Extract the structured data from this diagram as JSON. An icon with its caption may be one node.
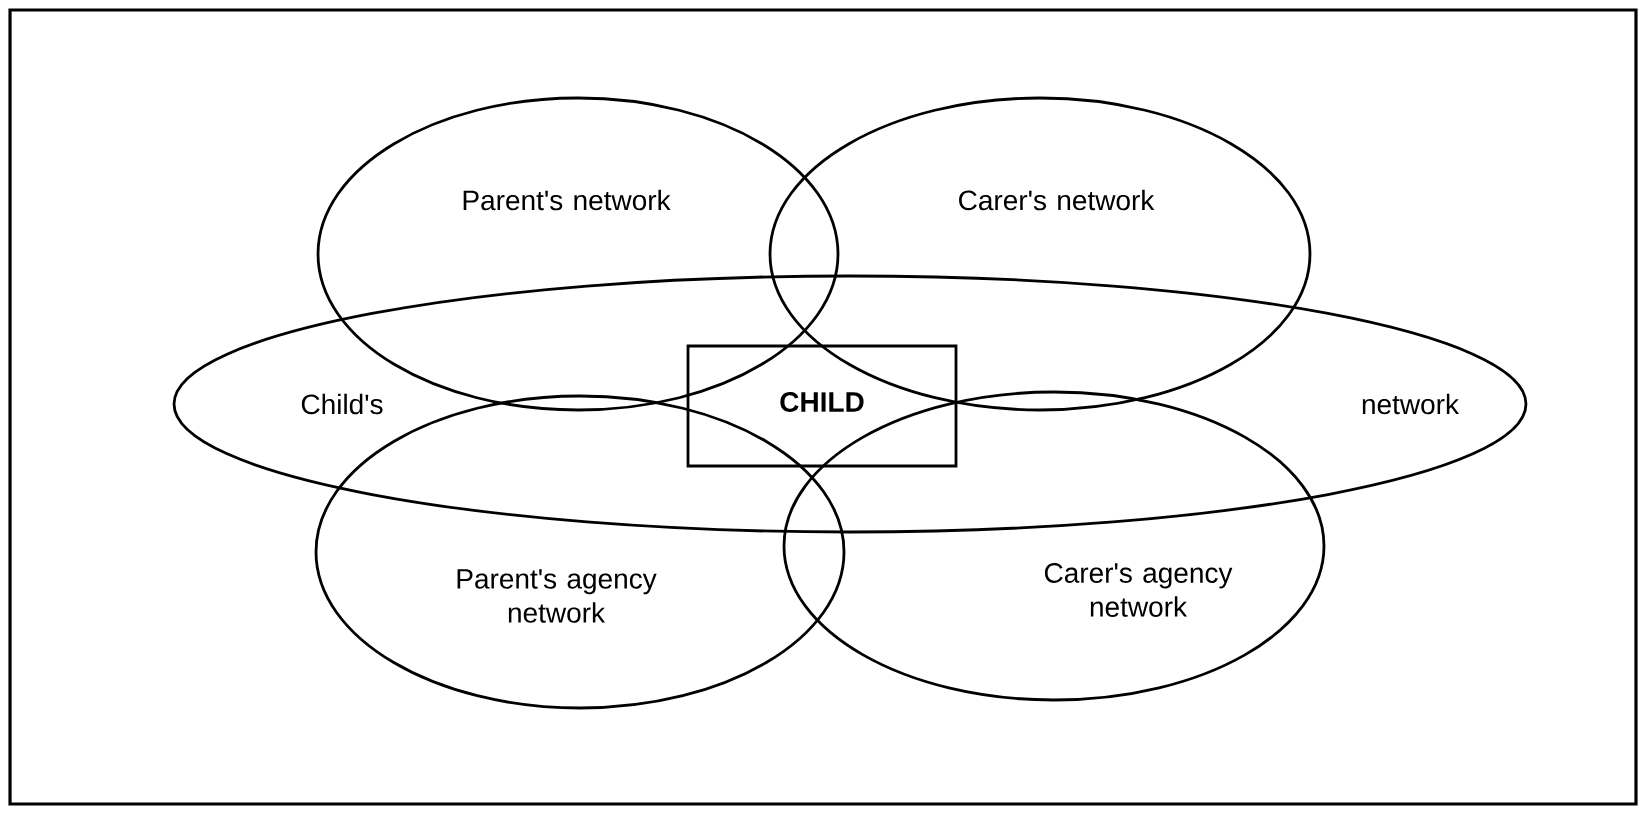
{
  "diagram": {
    "nodes": [
      {
        "text": [
          "Parent's network"
        ]
      },
      {
        "text": [
          "Carer's network"
        ]
      },
      {
        "text": [
          "Child's",
          "network"
        ]
      },
      {
        "text": [
          "CHILD"
        ],
        "in": 2
      },
      {
        "text": [
          "Parent's agency network"
        ]
      },
      {
        "text": [
          "Carer's agency network"
        ]
      }
    ]
  }
}
